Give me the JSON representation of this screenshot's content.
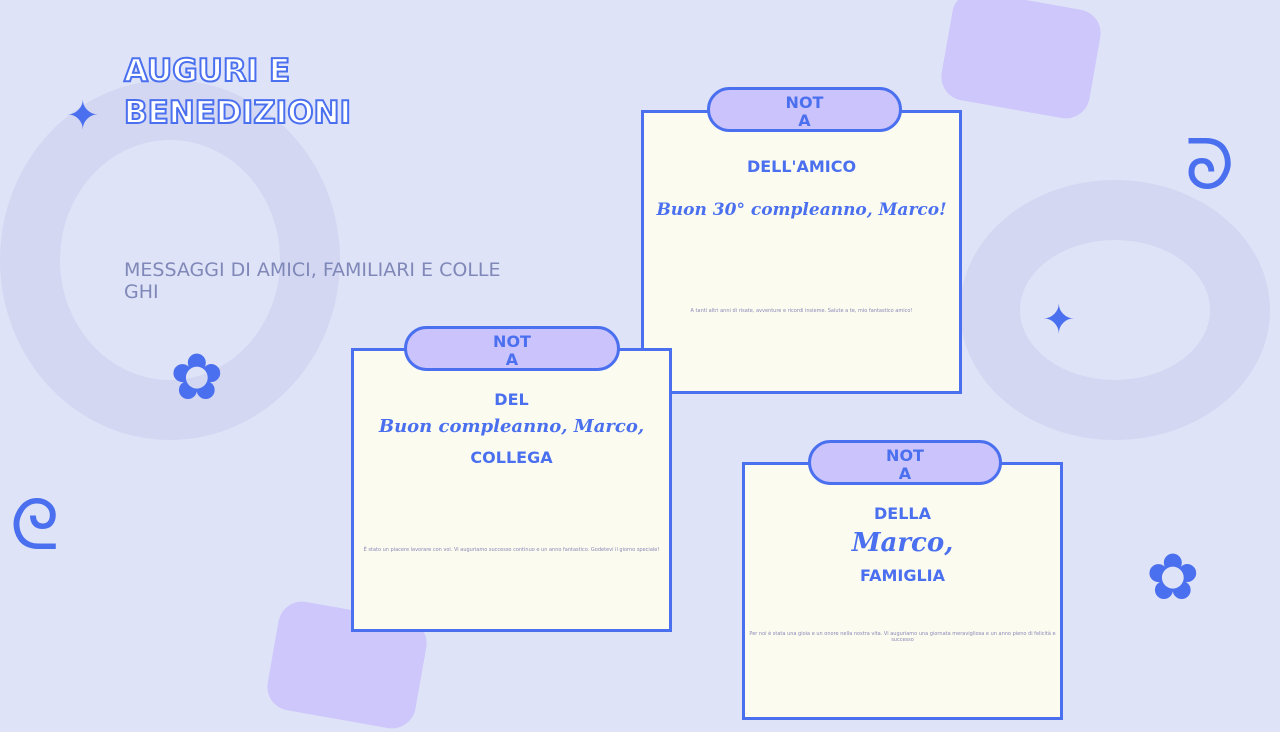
{
  "slide": {
    "title": "AUGURI E BENEDIZIONI",
    "subtitle": "MESSAGGI DI AMICI, FAMILIARI E COLLEGHI"
  },
  "cards": [
    {
      "tab": "NOTA",
      "heading": "DELL'AMICO",
      "greeting": "Buon 30° compleanno, Marco!",
      "message": "A tanti altri anni di risate, avventure e ricordi insieme. Salute a te, mio fantastico amico!"
    },
    {
      "tab": "NOTA",
      "heading": "DEL",
      "greeting": "Buon compleanno, Marco,",
      "heading2": "COLLEGA",
      "message": "È stato un piacere lavorare con voi. Vi auguriamo successo continuo e un anno fantastico. Godetevi il giorno speciale!"
    },
    {
      "tab": "NOTA",
      "heading": "DELLA",
      "greeting": "Marco,",
      "heading2": "FAMIGLIA",
      "message": "Per noi è stata una gioia e un onore nella nostra vita. Vi auguriamo una giornata meravigliosa e un anno pieno di felicità e successo"
    }
  ],
  "colors": {
    "accent": "#4b70ef",
    "tab": "#cbc3fb",
    "card": "#fbfbef",
    "background": "#dfe3f7"
  }
}
